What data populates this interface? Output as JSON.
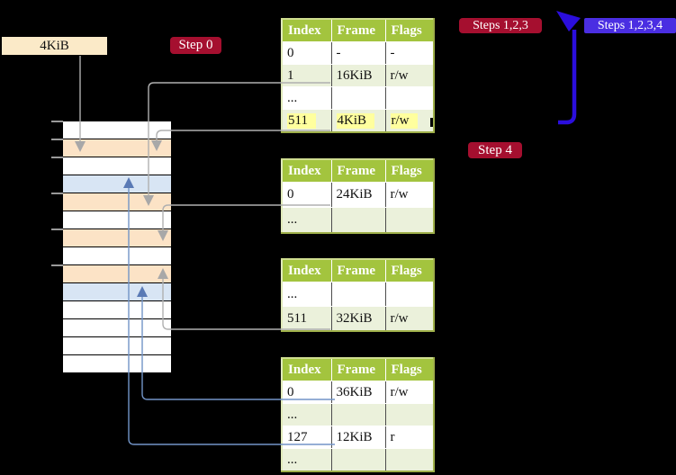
{
  "colors": {
    "bg": "#000000",
    "crimson": "#a50f2f",
    "blueBadge": "#4a2ee2",
    "bigArrow": "#2b0edd",
    "headerGreen": "#a3c43e",
    "rowGreen": "#ebf1db",
    "tableBorder": "#9fb04a",
    "wheat": "#fce3c6",
    "lightBlue": "#d8e5f4",
    "labelBox": "#fbeac8",
    "highlight": "#ffff9e",
    "grayLine": "#b0b0b0",
    "grayArrowHead": "#a8a8a8",
    "blueLine": "#7294c7",
    "blueArrowHead": "#5a7ab5",
    "tick": "#999999"
  },
  "label_box": {
    "text": "4KiB"
  },
  "badges": {
    "step0": {
      "text": "Step 0"
    },
    "steps123": {
      "text": "Steps 1,2,3"
    },
    "steps1234": {
      "text": "Steps 1,2,3,4"
    },
    "step4": {
      "text": "Step 4"
    }
  },
  "tables": [
    {
      "name": "page-table-1",
      "headers": [
        "Index",
        "Frame",
        "Flags"
      ],
      "rows": [
        {
          "cells": [
            "0",
            "-",
            "-"
          ],
          "shaded": false,
          "highlight": false
        },
        {
          "cells": [
            "1",
            "16KiB",
            "r/w"
          ],
          "shaded": true,
          "highlight": false
        },
        {
          "cells": [
            "...",
            "",
            ""
          ],
          "shaded": false,
          "highlight": false
        },
        {
          "cells": [
            "511",
            "4KiB",
            "r/w"
          ],
          "shaded": true,
          "highlight": true
        }
      ]
    },
    {
      "name": "page-table-2",
      "headers": [
        "Index",
        "Frame",
        "Flags"
      ],
      "rows": [
        {
          "cells": [
            "0",
            "24KiB",
            "r/w"
          ],
          "shaded": false,
          "highlight": false
        },
        {
          "cells": [
            "...",
            "",
            ""
          ],
          "shaded": true,
          "highlight": false
        }
      ]
    },
    {
      "name": "page-table-3",
      "headers": [
        "Index",
        "Frame",
        "Flags"
      ],
      "rows": [
        {
          "cells": [
            "...",
            "",
            ""
          ],
          "shaded": false,
          "highlight": false
        },
        {
          "cells": [
            "511",
            "32KiB",
            "r/w"
          ],
          "shaded": true,
          "highlight": false
        }
      ]
    },
    {
      "name": "page-table-4",
      "headers": [
        "Index",
        "Frame",
        "Flags"
      ],
      "rows": [
        {
          "cells": [
            "0",
            "36KiB",
            "r/w"
          ],
          "shaded": false,
          "highlight": false
        },
        {
          "cells": [
            "...",
            "",
            ""
          ],
          "shaded": true,
          "highlight": false
        },
        {
          "cells": [
            "127",
            "12KiB",
            "r"
          ],
          "shaded": false,
          "highlight": false
        },
        {
          "cells": [
            "...",
            "",
            ""
          ],
          "shaded": true,
          "highlight": false
        }
      ]
    }
  ],
  "memory": {
    "row_colors": [
      "white",
      "wheat",
      "white",
      "blue",
      "wheat",
      "white",
      "wheat",
      "white",
      "wheat",
      "blue",
      "white",
      "white",
      "white",
      "white"
    ],
    "tick_rows": [
      0,
      1,
      2,
      4,
      6,
      8
    ]
  }
}
